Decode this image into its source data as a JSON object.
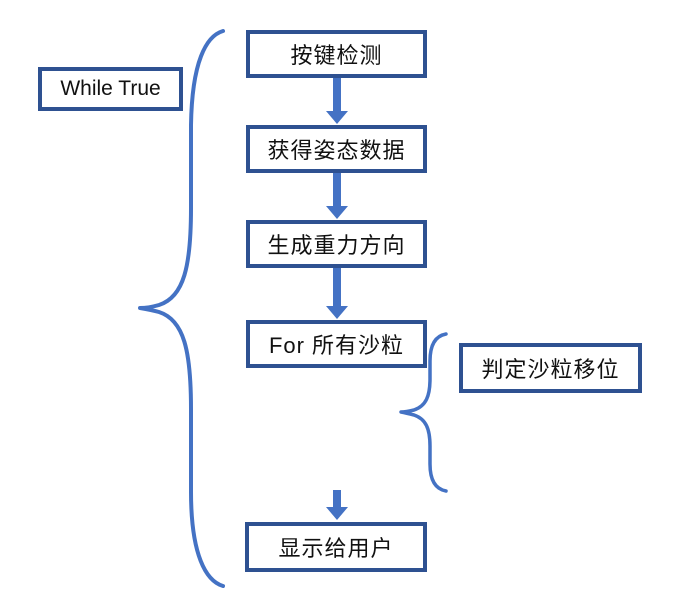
{
  "diagram": {
    "loop_label": "While True",
    "steps": [
      {
        "label": "按键检测"
      },
      {
        "label": "获得姿态数据"
      },
      {
        "label": "生成重力方向"
      },
      {
        "label": "For 所有沙粒"
      },
      {
        "label": "显示给用户"
      }
    ],
    "side_note": {
      "label": "判定沙粒移位"
    }
  },
  "icons": {
    "big_brace": "left-curly-brace",
    "small_brace": "left-curly-brace",
    "arrows": "down-arrow"
  },
  "colors": {
    "box_border": "#2E5191",
    "connector_blue": "#4472C4",
    "text": "#111111",
    "background": "#FFFFFF"
  }
}
